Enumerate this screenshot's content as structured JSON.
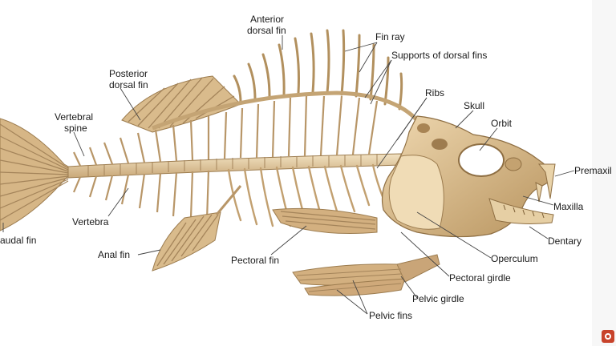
{
  "diagram": {
    "labels": {
      "anterior_dorsal_fin": [
        "Anterior",
        "dorsal fin"
      ],
      "fin_ray": "Fin ray",
      "supports_dorsal": "Supports of dorsal fins",
      "posterior_dorsal_fin": [
        "Posterior",
        "dorsal fin"
      ],
      "ribs": "Ribs",
      "skull": "Skull",
      "orbit": "Orbit",
      "vertebral_spine": [
        "Vertebral",
        "spine"
      ],
      "premaxilla": "Premaxil",
      "maxilla": "Maxilla",
      "vertebra": "Vertebra",
      "dentary": "Dentary",
      "caudal_fin": "audal fin",
      "anal_fin": "Anal fin",
      "pectoral_fin": "Pectoral fin",
      "operculum": "Operculum",
      "pectoral_girdle": "Pectoral girdle",
      "pelvic_girdle": "Pelvic girdle",
      "pelvic_fins": "Pelvic fins"
    },
    "colors": {
      "bone": "#e3caa0",
      "bone_light": "#efdcb8",
      "bone_dark": "#a8875a",
      "fin": "#c9a578",
      "line": "#444444"
    },
    "icons": {
      "corner": "logo-icon"
    }
  }
}
